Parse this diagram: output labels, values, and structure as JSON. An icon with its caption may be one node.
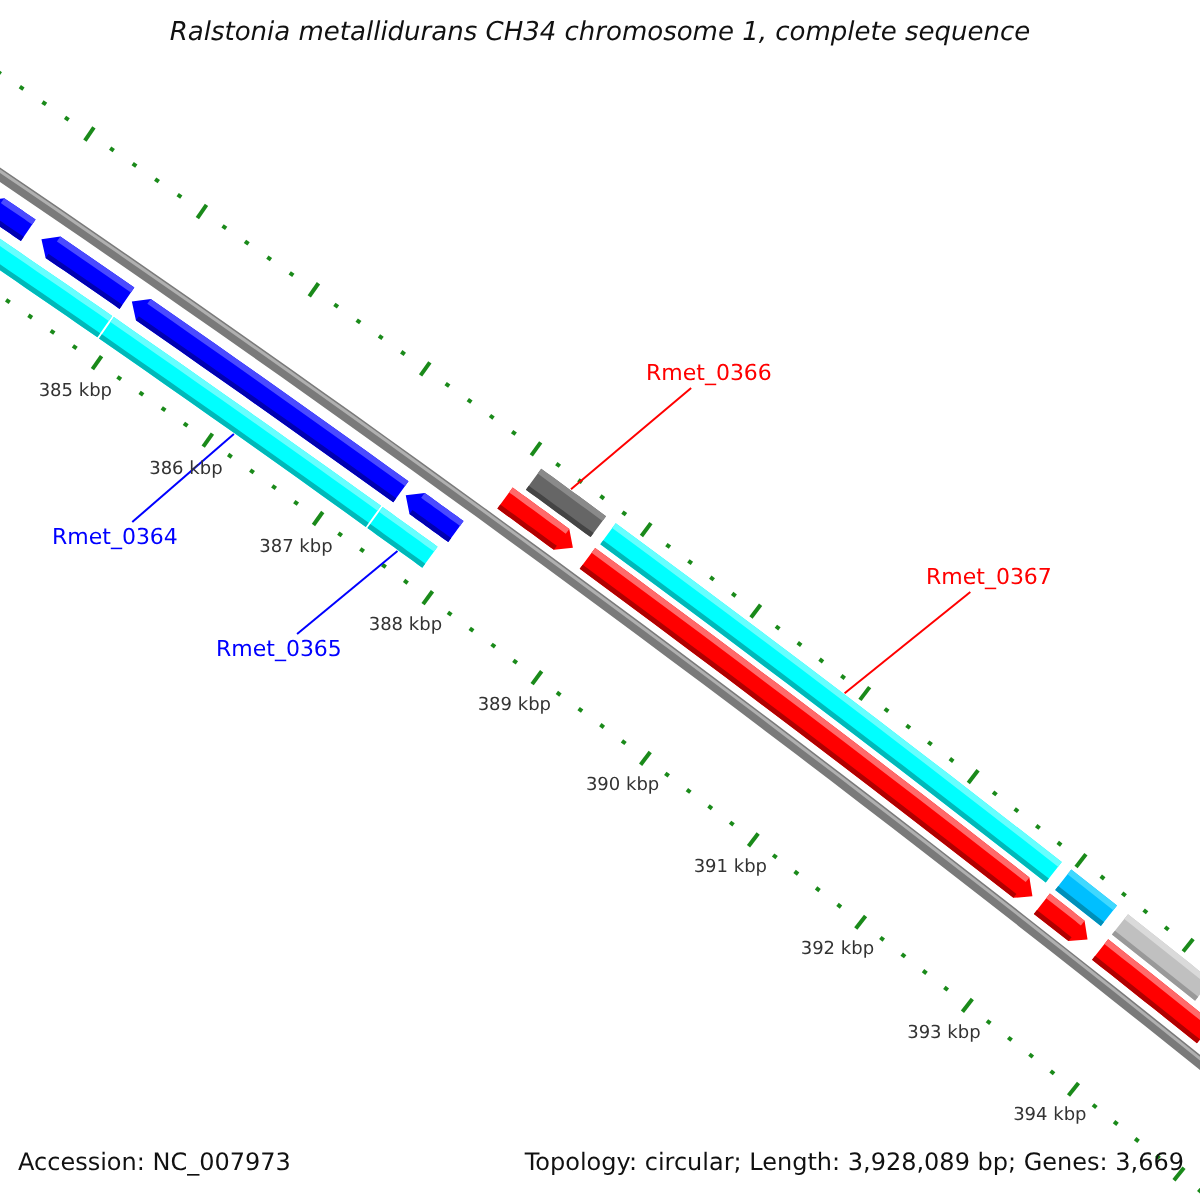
{
  "diagram": {
    "title": "Ralstonia metallidurans CH34 chromosome 1, complete sequence",
    "nodes": [
      {
        "text": [],
        "shape": "bar"
      },
      {
        "text": [],
        "shape": "bar"
      },
      {
        "text": [],
        "shape": "bar"
      },
      {
        "text": [],
        "shape": "bar"
      },
      {
        "text": [],
        "shape": "bar"
      },
      {
        "text": [],
        "shape": "bar"
      },
      {
        "text": [],
        "shape": "bar"
      },
      {
        "text": [],
        "shape": "bar"
      },
      {
        "text": [],
        "shape": "bar"
      },
      {
        "text": [],
        "shape": "bar"
      },
      {
        "text": [],
        "shape": "bar"
      },
      {
        "text": [],
        "shape": "bar"
      },
      {
        "text": [],
        "shape": "bar"
      },
      {
        "text": [],
        "shape": "bar"
      },
      {
        "text": [],
        "shape": "bar"
      },
      {
        "text": [
          "Rmet_0364"
        ]
      },
      {
        "text": [
          "Rmet_0365"
        ]
      },
      {
        "text": [
          "Rmet_0366"
        ]
      },
      {
        "text": [
          "Rmet_0367"
        ]
      }
    ],
    "edges": [
      {
        "from": 15,
        "to": 3,
        "arrow": "none",
        "color": "#0000ff"
      },
      {
        "from": 16,
        "to": 5,
        "arrow": "none",
        "color": "#0000ff"
      },
      {
        "from": 17,
        "to": 8,
        "arrow": "none",
        "color": "#ff0000"
      },
      {
        "from": 18,
        "to": 10,
        "arrow": "none",
        "color": "#ff0000"
      }
    ],
    "labels": [
      "385 kbp",
      "386 kbp",
      "387 kbp",
      "388 kbp",
      "389 kbp",
      "390 kbp",
      "391 kbp",
      "392 kbp",
      "393 kbp",
      "394 kbp",
      "Accession: NC_007973",
      "Topology: circular; Length: 3,928,089 bp; Genes: 3,669"
    ]
  }
}
